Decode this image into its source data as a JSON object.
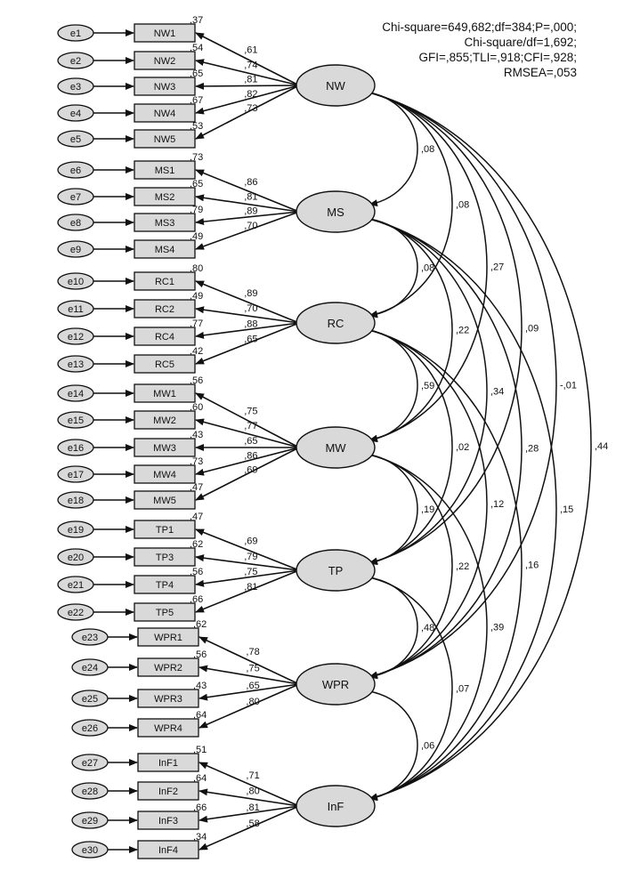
{
  "fit": {
    "line1": "Chi-square=649,682;df=384;P=,000;",
    "line2": "Chi-square/df=1,692;",
    "line3": "GFI=,855;TLI=,918;CFI=,928;",
    "line4": "RMSEA=,053"
  },
  "latents": [
    {
      "name": "NW",
      "indicators": [
        {
          "err": "e1",
          "ind": "NW1",
          "smc": ",37",
          "load": ",61"
        },
        {
          "err": "e2",
          "ind": "NW2",
          "smc": ",54",
          "load": ",74"
        },
        {
          "err": "e3",
          "ind": "NW3",
          "smc": ",65",
          "load": ",81"
        },
        {
          "err": "e4",
          "ind": "NW4",
          "smc": ",67",
          "load": ",82"
        },
        {
          "err": "e5",
          "ind": "NW5",
          "smc": ",53",
          "load": ",73"
        }
      ]
    },
    {
      "name": "MS",
      "indicators": [
        {
          "err": "e6",
          "ind": "MS1",
          "smc": ",73",
          "load": ",86"
        },
        {
          "err": "e7",
          "ind": "MS2",
          "smc": ",65",
          "load": ",81"
        },
        {
          "err": "e8",
          "ind": "MS3",
          "smc": ",79",
          "load": ",89"
        },
        {
          "err": "e9",
          "ind": "MS4",
          "smc": ",49",
          "load": ",70"
        }
      ]
    },
    {
      "name": "RC",
      "indicators": [
        {
          "err": "e10",
          "ind": "RC1",
          "smc": ",80",
          "load": ",89"
        },
        {
          "err": "e11",
          "ind": "RC2",
          "smc": ",49",
          "load": ",70"
        },
        {
          "err": "e12",
          "ind": "RC4",
          "smc": ",77",
          "load": ",88"
        },
        {
          "err": "e13",
          "ind": "RC5",
          "smc": ",42",
          "load": ",65"
        }
      ]
    },
    {
      "name": "MW",
      "indicators": [
        {
          "err": "e14",
          "ind": "MW1",
          "smc": ",56",
          "load": ",75"
        },
        {
          "err": "e15",
          "ind": "MW2",
          "smc": ",60",
          "load": ",77"
        },
        {
          "err": "e16",
          "ind": "MW3",
          "smc": ",43",
          "load": ",65"
        },
        {
          "err": "e17",
          "ind": "MW4",
          "smc": ",73",
          "load": ",86"
        },
        {
          "err": "e18",
          "ind": "MW5",
          "smc": ",47",
          "load": ",69"
        }
      ]
    },
    {
      "name": "TP",
      "indicators": [
        {
          "err": "e19",
          "ind": "TP1",
          "smc": ",47",
          "load": ",69"
        },
        {
          "err": "e20",
          "ind": "TP3",
          "smc": ",62",
          "load": ",79"
        },
        {
          "err": "e21",
          "ind": "TP4",
          "smc": ",56",
          "load": ",75"
        },
        {
          "err": "e22",
          "ind": "TP5",
          "smc": ",66",
          "load": ",81"
        }
      ]
    },
    {
      "name": "WPR",
      "indicators": [
        {
          "err": "e23",
          "ind": "WPR1",
          "smc": ",62",
          "load": ",78"
        },
        {
          "err": "e24",
          "ind": "WPR2",
          "smc": ",56",
          "load": ",75"
        },
        {
          "err": "e25",
          "ind": "WPR3",
          "smc": ",43",
          "load": ",65"
        },
        {
          "err": "e26",
          "ind": "WPR4",
          "smc": ",64",
          "load": ",80"
        }
      ]
    },
    {
      "name": "InF",
      "indicators": [
        {
          "err": "e27",
          "ind": "InF1",
          "smc": ",51",
          "load": ",71"
        },
        {
          "err": "e28",
          "ind": "InF2",
          "smc": ",64",
          "load": ",80"
        },
        {
          "err": "e29",
          "ind": "InF3",
          "smc": ",66",
          "load": ",81"
        },
        {
          "err": "e30",
          "ind": "InF4",
          "smc": ",34",
          "load": ",58"
        }
      ]
    }
  ],
  "covariances": [
    {
      "from": "NW",
      "to": "MS",
      "value": ",08"
    },
    {
      "from": "NW",
      "to": "RC",
      "value": ",08"
    },
    {
      "from": "NW",
      "to": "MW",
      "value": ",27"
    },
    {
      "from": "NW",
      "to": "TP",
      "value": ",09"
    },
    {
      "from": "NW",
      "to": "WPR",
      "value": "-,01"
    },
    {
      "from": "NW",
      "to": "InF",
      "value": ",44"
    },
    {
      "from": "MS",
      "to": "RC",
      "value": ",08"
    },
    {
      "from": "MS",
      "to": "MW",
      "value": ",22"
    },
    {
      "from": "MS",
      "to": "TP",
      "value": ",34"
    },
    {
      "from": "MS",
      "to": "WPR",
      "value": ",28"
    },
    {
      "from": "MS",
      "to": "InF",
      "value": ",15"
    },
    {
      "from": "RC",
      "to": "MW",
      "value": ",59"
    },
    {
      "from": "RC",
      "to": "TP",
      "value": ",02"
    },
    {
      "from": "RC",
      "to": "WPR",
      "value": ",12"
    },
    {
      "from": "RC",
      "to": "InF",
      "value": ",16"
    },
    {
      "from": "MW",
      "to": "TP",
      "value": ",19"
    },
    {
      "from": "MW",
      "to": "WPR",
      "value": ",22"
    },
    {
      "from": "MW",
      "to": "InF",
      "value": ",39"
    },
    {
      "from": "TP",
      "to": "WPR",
      "value": ",48"
    },
    {
      "from": "TP",
      "to": "InF",
      "value": ",07"
    },
    {
      "from": "WPR",
      "to": "InF",
      "value": ",06"
    }
  ]
}
